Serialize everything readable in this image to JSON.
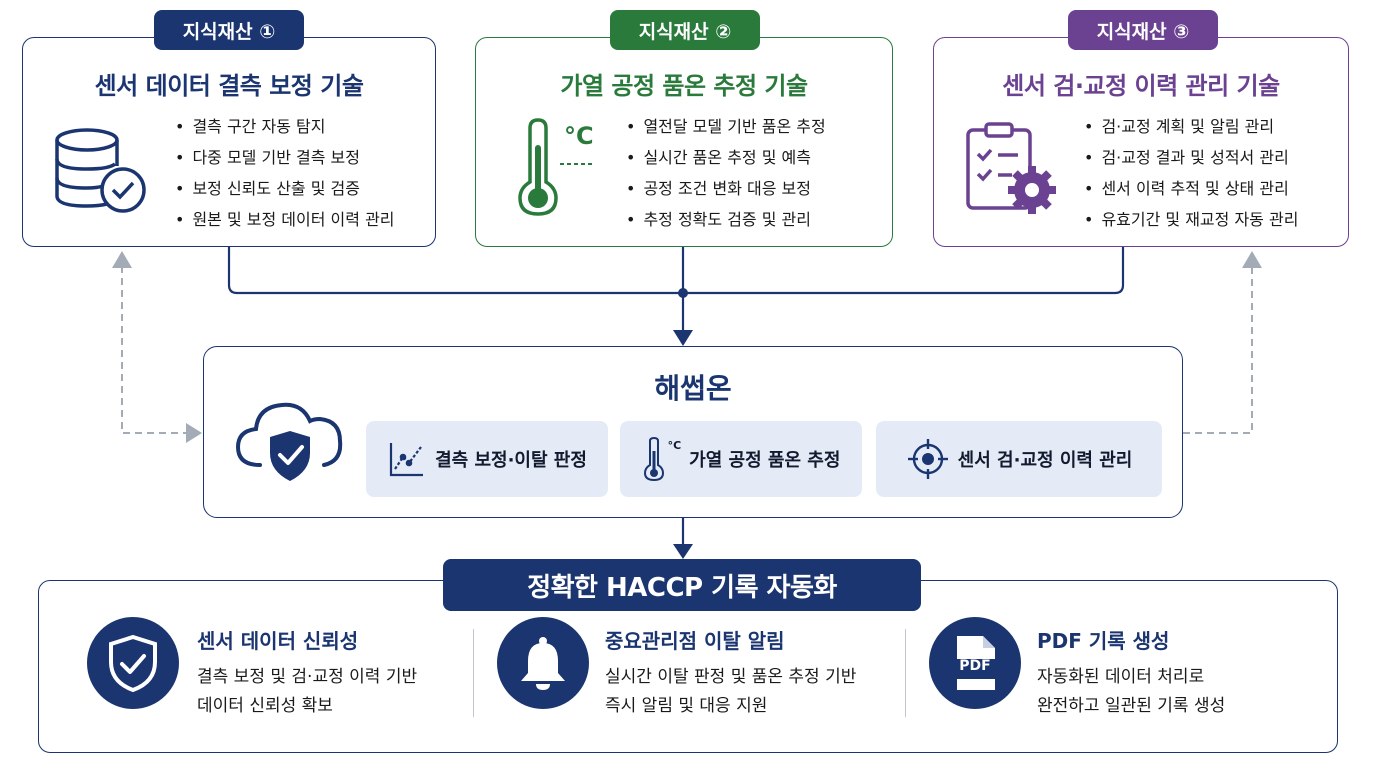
{
  "colors": {
    "navy": "#1b3570",
    "green": "#2a7a3b",
    "purple": "#6b4291",
    "chip": "#e4ebf6",
    "arrow_gray": "#9aa3ae"
  },
  "assets": [
    {
      "tag": "지식재산 ①",
      "title": "센서 데이터 결측 보정 기술",
      "icon": "database-check-icon",
      "bullets": [
        "결측 구간 자동 탐지",
        "다중 모델 기반 결측 보정",
        "보정 신뢰도 산출 및 검증",
        "원본 및 보정 데이터 이력 관리"
      ]
    },
    {
      "tag": "지식재산 ②",
      "title": "가열 공정 품온 추정 기술",
      "icon": "thermometer-icon",
      "icon_unit": "°C",
      "bullets": [
        "열전달 모델 기반 품온 추정",
        "실시간 품온 추정 및 예측",
        "공정 조건 변화 대응 보정",
        "추정 정확도 검증 및 관리"
      ]
    },
    {
      "tag": "지식재산 ③",
      "title": "센서 검·교정 이력 관리 기술",
      "icon": "clipboard-gear-icon",
      "bullets": [
        "검·교정 계획 및 알림 관리",
        "검·교정 결과 및 성적서 관리",
        "센서 이력 추적 및 상태 관리",
        "유효기간 및 재교정 자동 관리"
      ]
    }
  ],
  "hub": {
    "title": "해썹온",
    "icon": "cloud-shield-icon",
    "modules": [
      {
        "label": "결측 보정·이탈 판정",
        "icon": "trend-line-icon"
      },
      {
        "label": "가열 공정 품온 추정",
        "icon": "thermometer-icon",
        "unit": "°C"
      },
      {
        "label": "센서 검·교정 이력 관리",
        "icon": "target-icon"
      }
    ]
  },
  "result": {
    "banner": "정확한 HACCP 기록 자동화",
    "items": [
      {
        "title": "센서 데이터 신뢰성",
        "icon": "shield-check-icon",
        "lines": [
          "결측 보정 및 검·교정 이력 기반",
          "데이터 신뢰성 확보"
        ]
      },
      {
        "title": "중요관리점 이탈 알림",
        "icon": "bell-icon",
        "lines": [
          "실시간 이탈 판정 및 품온 추정 기반",
          "즉시 알림 및 대응 지원"
        ]
      },
      {
        "title": "PDF 기록 생성",
        "icon": "pdf-file-icon",
        "icon_text": "PDF",
        "lines": [
          "자동화된 데이터 처리로",
          "완전하고 일관된 기록 생성"
        ]
      }
    ]
  }
}
